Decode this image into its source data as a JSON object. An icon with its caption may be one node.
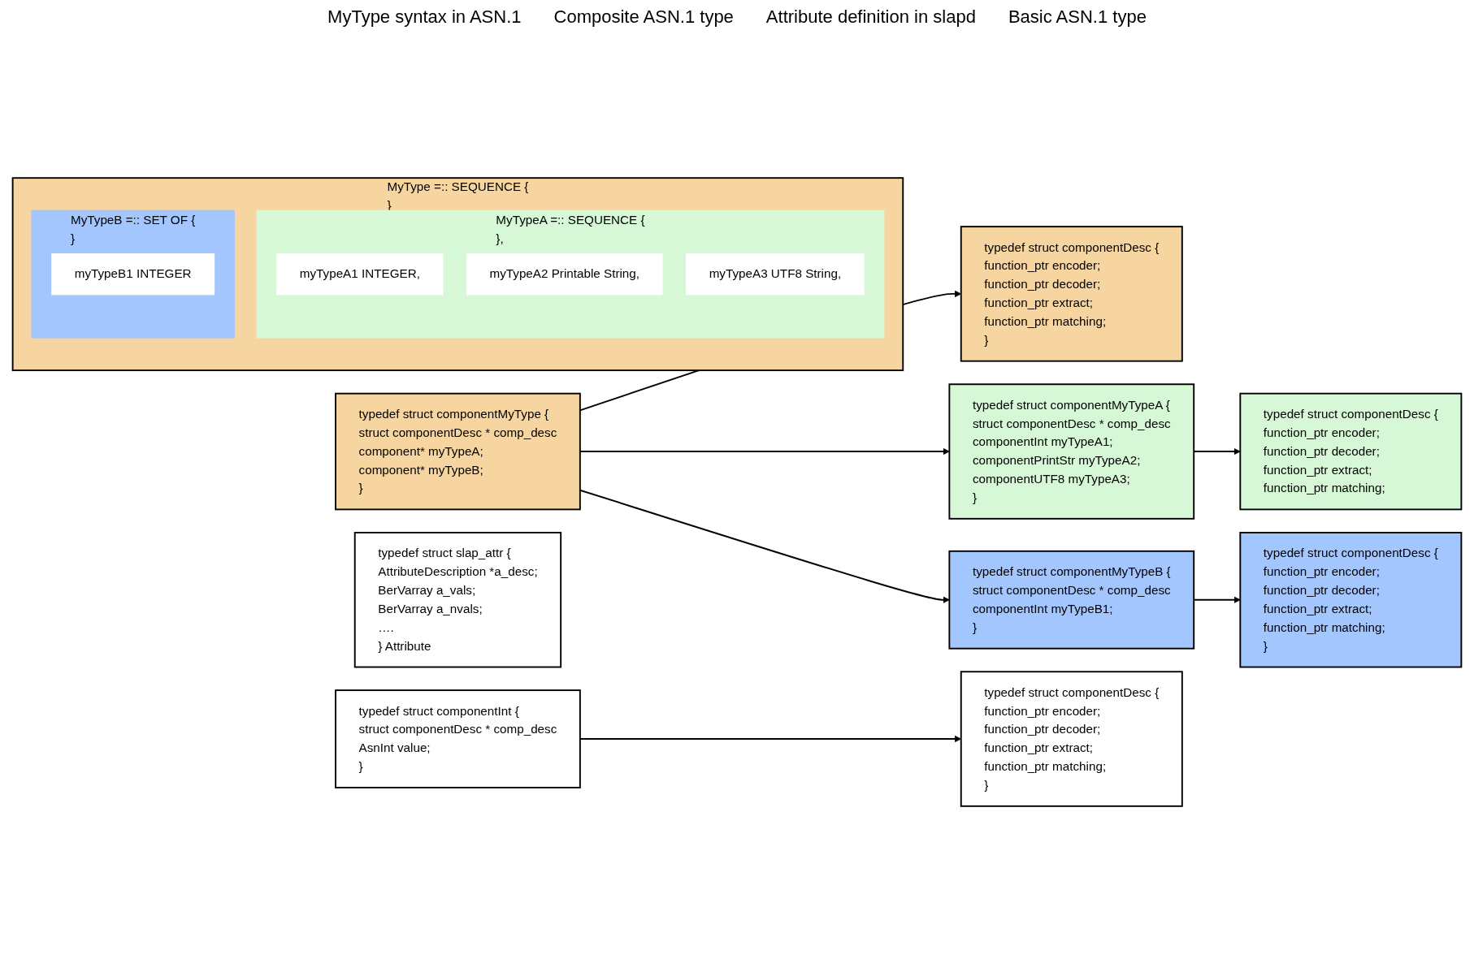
{
  "diagram": {
    "nodes": [
      {
        "text": [
          "typedef struct componentMyType {",
          "struct componentDesc * comp_desc",
          "component* myTypeA;",
          "component* myTypeB;",
          "}"
        ]
      },
      {
        "text": [
          "typedef struct componentDesc {",
          "function_ptr encoder;",
          "function_ptr decoder;",
          "function_ptr extract;",
          "function_ptr matching;",
          "}"
        ]
      },
      {
        "text": [
          "typedef struct componentMyTypeA {",
          "struct componentDesc * comp_desc",
          "componentInt myTypeA1;",
          "componentPrintStr myTypeA2;",
          "componentUTF8  myTypeA3;",
          "}"
        ]
      },
      {
        "text": [
          "typedef struct componentDesc {",
          "function_ptr encoder;",
          "function_ptr decoder;",
          "function_ptr extract;",
          "function_ptr matching;"
        ]
      },
      {
        "text": [
          "typedef struct componentMyTypeB {",
          "struct componentDesc * comp_desc",
          "componentInt myTypeB1;",
          "}"
        ]
      },
      {
        "text": [
          "typedef struct componentDesc {",
          "function_ptr encoder;",
          "function_ptr decoder;",
          "function_ptr extract;",
          "function_ptr matching;",
          "}"
        ]
      },
      {
        "text": [
          "typedef struct slap_attr  {",
          "AttributeDescription *a_desc;",
          "BerVarray a_vals;",
          "BerVarray a_nvals;",
          "….",
          "} Attribute"
        ]
      },
      {
        "text": [
          "typedef struct componentInt {",
          "struct componentDesc * comp_desc",
          "AsnInt  value;",
          "}"
        ]
      },
      {
        "text": [
          "typedef struct componentDesc {",
          "function_ptr encoder;",
          "function_ptr decoder;",
          "function_ptr extract;",
          "function_ptr matching;",
          "}"
        ]
      },
      {
        "text": [
          "MyType =:: SEQUENCE {",
          "}"
        ]
      },
      {
        "text": [
          "MyTypeA =:: SEQUENCE {",
          "},"
        ],
        "in": 9
      },
      {
        "text": [
          "myTypeA1 INTEGER,"
        ],
        "in": 10
      },
      {
        "text": [
          "myTypeA2 Printable String,"
        ],
        "in": 10
      },
      {
        "text": [
          "myTypeA3 UTF8 String,"
        ],
        "in": 10
      },
      {
        "text": [
          "MyTypeB =:: SET OF {",
          "}"
        ],
        "in": 9
      },
      {
        "text": [
          "myTypeB1 INTEGER"
        ],
        "in": 14
      }
    ],
    "edges": [
      {
        "from": 0,
        "to": 1,
        "arrow": "to"
      },
      {
        "from": 0,
        "to": 2,
        "arrow": "to"
      },
      {
        "from": 0,
        "to": 4,
        "arrow": "to"
      },
      {
        "from": 2,
        "to": 3,
        "arrow": "to"
      },
      {
        "from": 4,
        "to": 5,
        "arrow": "to"
      },
      {
        "from": 7,
        "to": 8,
        "arrow": "to"
      }
    ],
    "labels": [
      "MyType syntax in ASN.1",
      "Composite ASN.1 type",
      "Attribute definition in slapd",
      "Basic ASN.1 type"
    ]
  }
}
